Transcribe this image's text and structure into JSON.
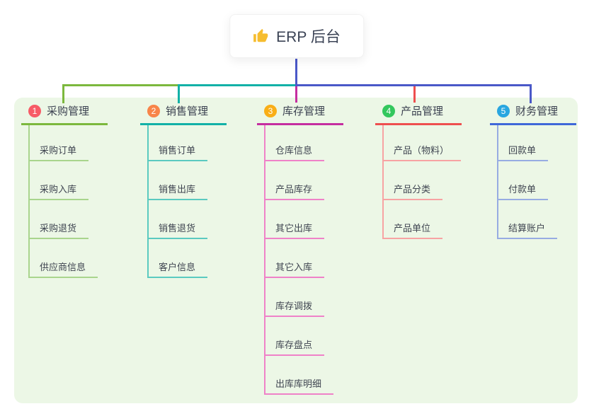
{
  "root": {
    "label": "ERP 后台",
    "icon": "thumbs-up"
  },
  "colors": {
    "canvas_bg": "#ffffff",
    "panel_bg": "#ecf7e6",
    "root_line": "#4a58c8",
    "root_text": "#3a4254",
    "thumb_icon": "#f6bd2f"
  },
  "branches": [
    {
      "number": "1",
      "label": "采购管理",
      "badge_color": "#f75b66",
      "color": "#7cb83d",
      "light_color": "#a9d58d",
      "children": [
        "采购订单",
        "采购入库",
        "采购退货",
        "供应商信息"
      ]
    },
    {
      "number": "2",
      "label": "销售管理",
      "badge_color": "#f8854a",
      "color": "#12b1a7",
      "light_color": "#5bcac0",
      "children": [
        "销售订单",
        "销售出库",
        "销售退货",
        "客户信息"
      ]
    },
    {
      "number": "3",
      "label": "库存管理",
      "badge_color": "#f9ae17",
      "color": "#c52ea0",
      "light_color": "#ef82c8",
      "children": [
        "仓库信息",
        "产品库存",
        "其它出库",
        "其它入库",
        "库存调拨",
        "库存盘点",
        "出库库明细"
      ]
    },
    {
      "number": "4",
      "label": "产品管理",
      "badge_color": "#33c75d",
      "color": "#ee4f4f",
      "light_color": "#f7a3a3",
      "children": [
        "产品（物料）",
        "产品分类",
        "产品单位"
      ]
    },
    {
      "number": "5",
      "label": "财务管理",
      "badge_color": "#29a6e0",
      "color": "#3f68d9",
      "light_color": "#97ace2",
      "children": [
        "回款单",
        "付款单",
        "结算账户"
      ]
    }
  ]
}
